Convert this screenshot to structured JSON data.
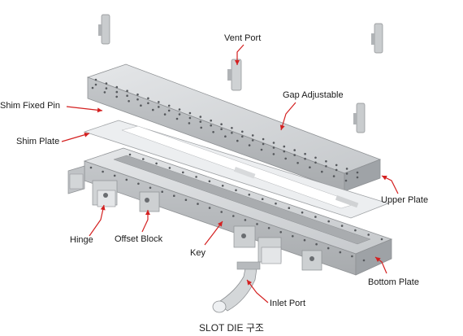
{
  "labels": {
    "vent_port": "Vent Port",
    "gap_adjustable": "Gap Adjustable",
    "shim_fixed_pin": "Shim Fixed Pin",
    "shim_plate": "Shim Plate",
    "upper_plate": "Upper Plate",
    "hinge": "Hinge",
    "offset_block": "Offset Block",
    "key": "Key",
    "bottom_plate": "Bottom Plate",
    "inlet_port": "Inlet Port"
  },
  "caption": "SLOT DIE 구조",
  "colors": {
    "leader": "#d42020",
    "metal_top": "#d6d8da",
    "metal_front": "#b9bcbf",
    "metal_side": "#9ea2a6",
    "hole": "#4a4d52",
    "shim": "#ebedef"
  }
}
